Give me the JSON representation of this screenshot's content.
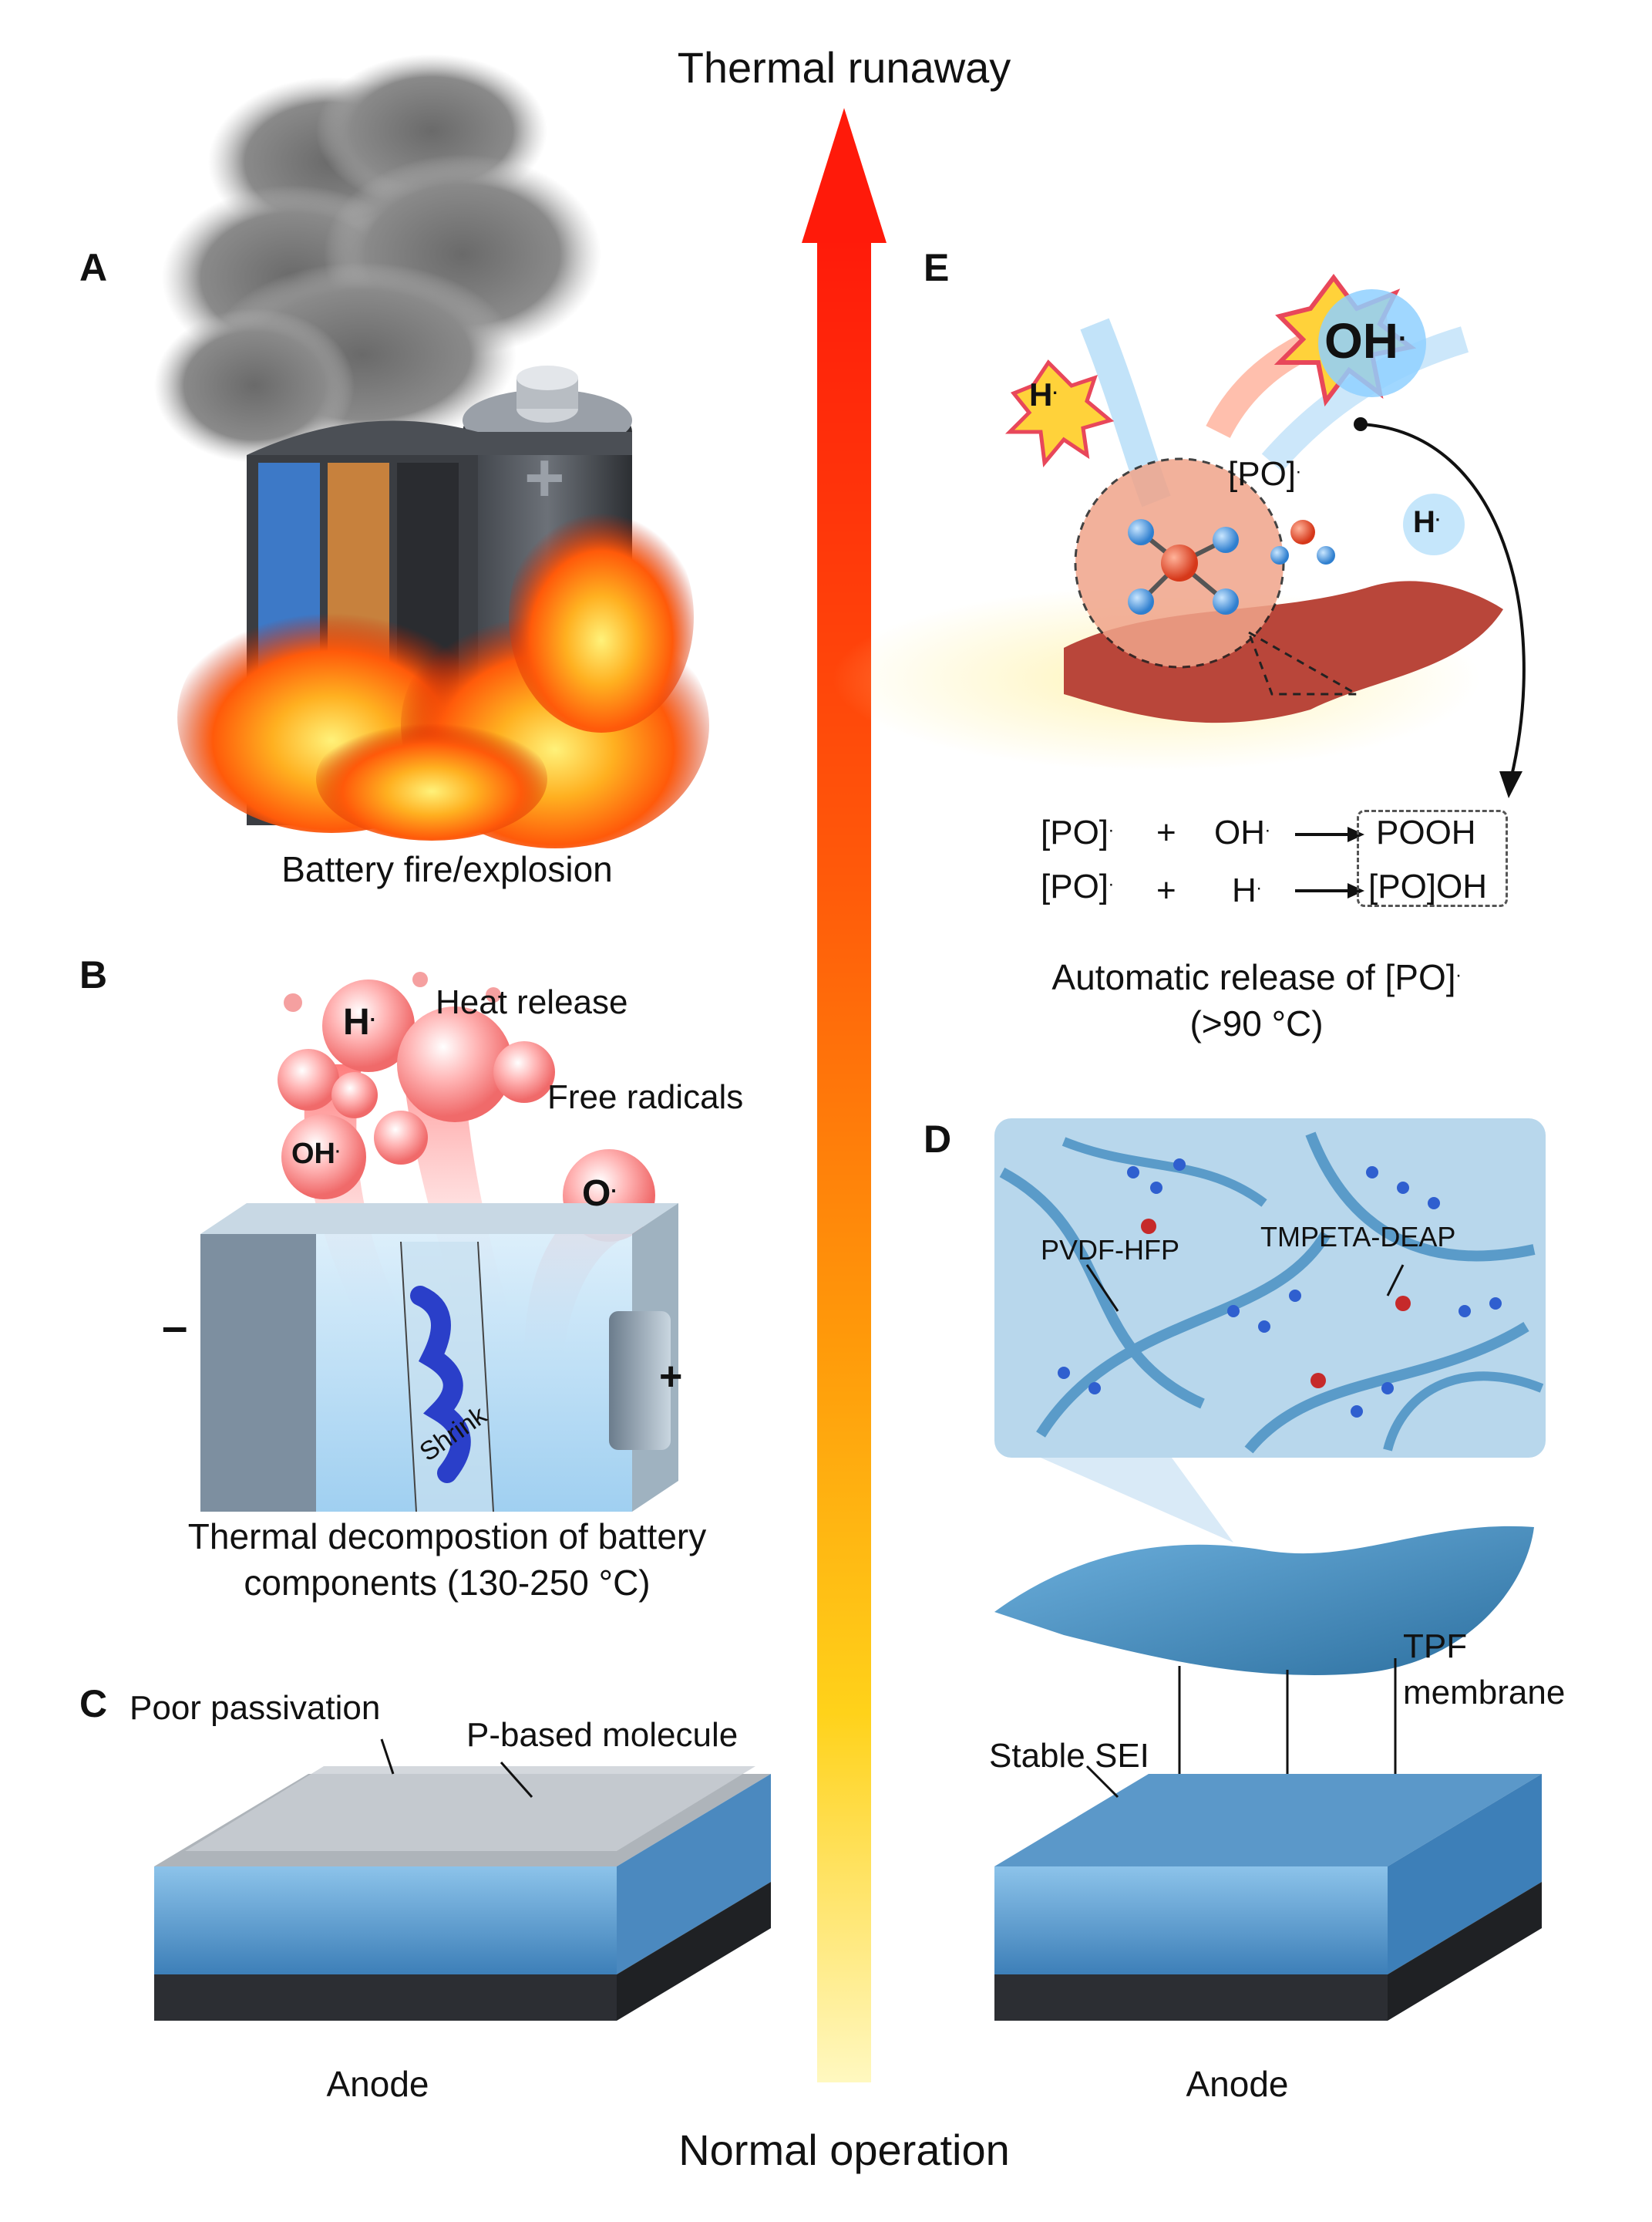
{
  "axis": {
    "top_label": "Thermal runaway",
    "bottom_label": "Normal operation"
  },
  "panels": {
    "A": {
      "letter": "A",
      "caption": "Battery fire/explosion"
    },
    "B": {
      "letter": "B",
      "heat_release": "Heat release",
      "free_radicals": "Free radicals",
      "h_radical": "H",
      "oh_radical": "OH",
      "o_radical": "O",
      "radical_dot": ".",
      "minus": "–",
      "plus": "+",
      "shrink": "Shrink",
      "caption_line1": "Thermal decompostion of battery",
      "caption_line2": "components (130-250 °C)"
    },
    "C": {
      "letter": "C",
      "poor_passivation": "Poor passivation",
      "p_based": "P-based molecule",
      "anode": "Anode"
    },
    "D": {
      "letter": "D",
      "pvdf": "PVDF-HFP",
      "tmpeta": "TMPETA-DEAP",
      "tpf1": "TPF",
      "tpf2": "membrane",
      "stable_sei": "Stable SEI",
      "anode": "Anode"
    },
    "E": {
      "letter": "E",
      "oh_big": "OH",
      "h_left": "H",
      "h_right": "H",
      "po_label": "[PO]",
      "radical_dot": ".",
      "eq1_a": "[PO]",
      "eq1_plus": "+",
      "eq1_b": "OH",
      "eq1_product": "POOH",
      "eq2_a": "[PO]",
      "eq2_plus": "+",
      "eq2_b": "H",
      "eq2_product": "[PO]OH",
      "caption_line1": "Automatic release of [PO]",
      "caption_line2": "(>90 °C)"
    }
  },
  "colors": {
    "arrow_top": "#ff1a0a",
    "arrow_mid": "#ff8c00",
    "arrow_bottom": "#fff6a0",
    "anode_blue": "#5fa3d6",
    "membrane_blue": "#3f8fc4",
    "fire_orange": "#ff7a10",
    "phosphorus_red": "#e8472a"
  }
}
